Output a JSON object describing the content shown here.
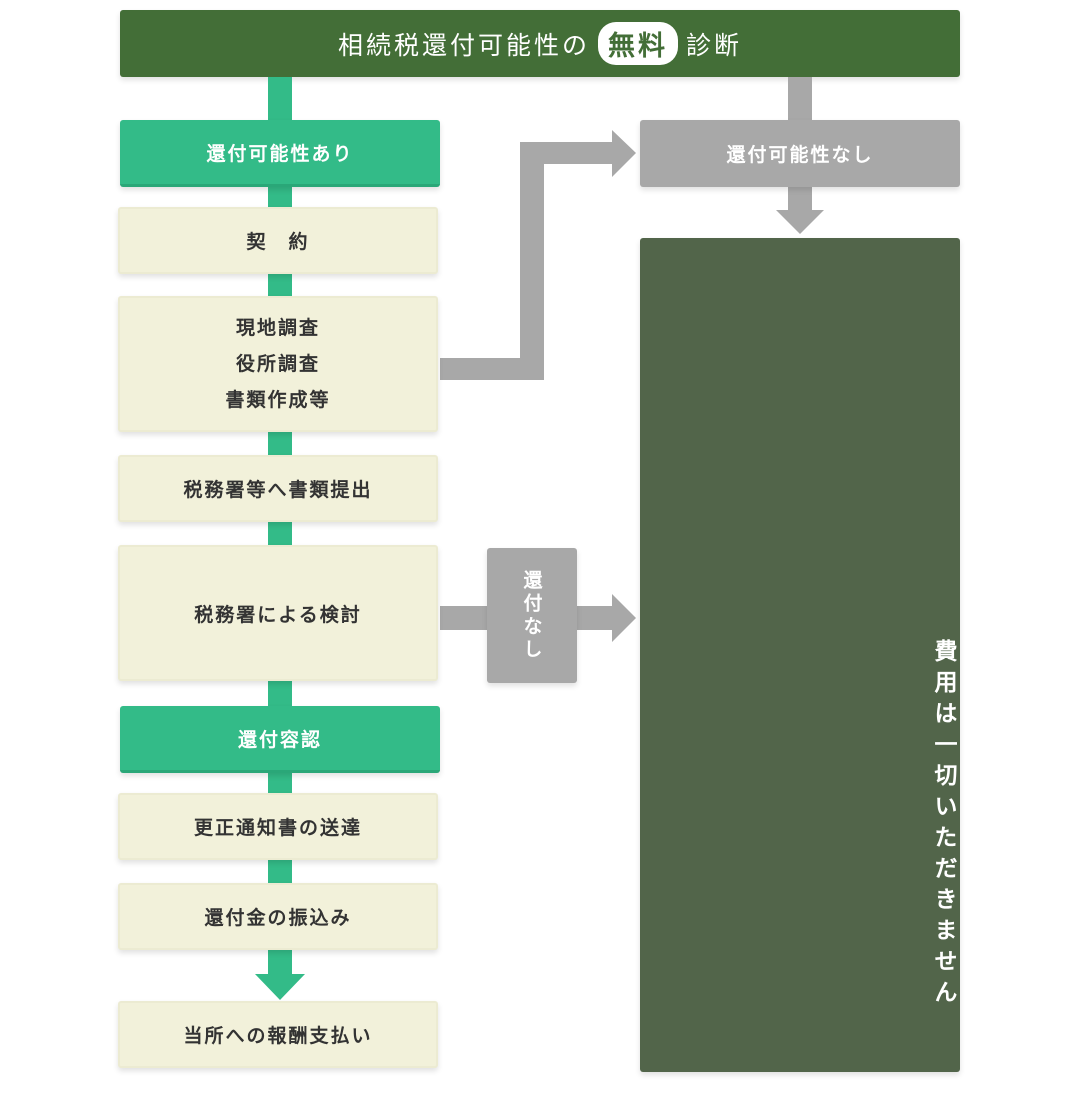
{
  "header": {
    "title_before": "相続税還付可能性の",
    "title_badge": "無料",
    "title_after": "診断"
  },
  "left_flow": [
    {
      "label": "還付可能性あり"
    },
    {
      "label": "契　約"
    },
    {
      "lines": [
        "現地調査",
        "役所調査",
        "書類作成等"
      ]
    },
    {
      "label": "税務署等へ書類提出"
    },
    {
      "label": "税務署による検討"
    },
    {
      "label": "還付容認"
    },
    {
      "label": "更正通知書の送達"
    },
    {
      "label": "還付金の振込み"
    },
    {
      "label": "当所への報酬支払い"
    }
  ],
  "right_flow": {
    "no_possibility": "還付可能性なし",
    "no_refund": "還付なし",
    "no_fee": "費用は一切いただきません"
  },
  "colors": {
    "header": "#436e37",
    "green": "#33bb88",
    "cream": "#f2f1da",
    "gray": "#a8a8a8",
    "dark": "#52654a"
  }
}
